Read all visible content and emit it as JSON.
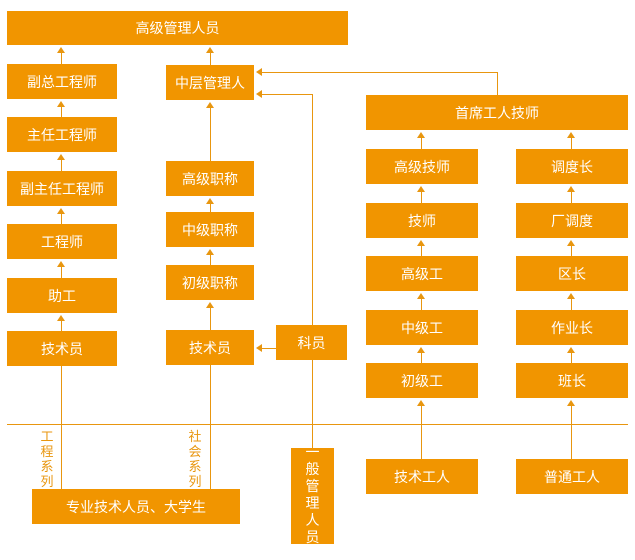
{
  "top": "高级管理人员",
  "mid_manager": "中层管理人",
  "chief_worker_tech": "首席工人技师",
  "engineering": [
    "副总工程师",
    "主任工程师",
    "副主任工程师",
    "工程师",
    "助工",
    "技术员"
  ],
  "titles": [
    "高级职称",
    "中级职称",
    "初级职称",
    "技术员"
  ],
  "clerk": "科员",
  "technicians": [
    "高级技师",
    "技师",
    "高级工",
    "中级工",
    "初级工"
  ],
  "supervisors": [
    "调度长",
    "厂调度",
    "区长",
    "作业长",
    "班长"
  ],
  "bottom": {
    "graduates": "专业技术人员、大学生",
    "general_mgmt": "一般管理人员",
    "tech_workers": "技术工人",
    "ordinary_workers": "普通工人"
  },
  "labels": {
    "engineering_series": "工程系列",
    "social_series": "社会系列"
  },
  "colors": {
    "box": "#f19500",
    "line": "#e8960f"
  }
}
